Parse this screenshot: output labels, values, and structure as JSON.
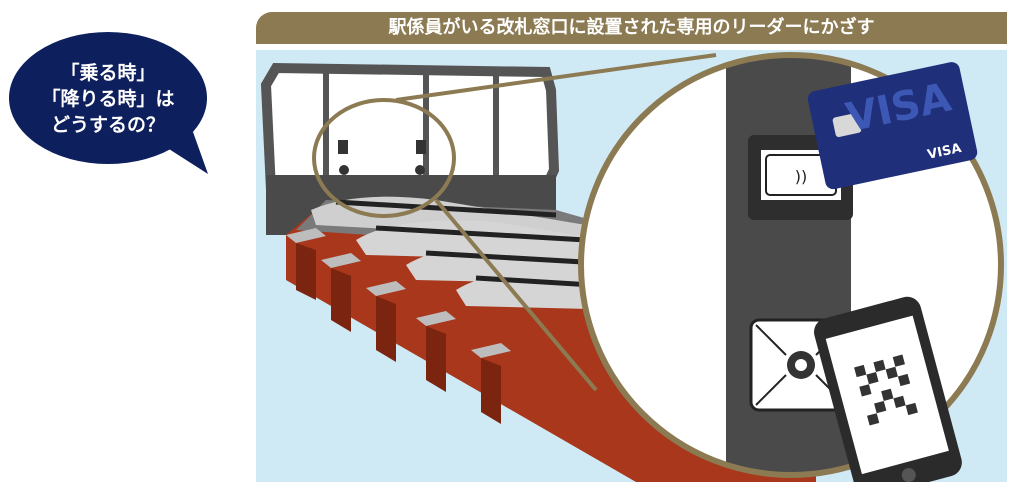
{
  "speech_bubble": {
    "lines": [
      "「乗る時」",
      "「降りる時」は",
      "どうするの？"
    ],
    "bg_color": "#0d1f5c"
  },
  "banner": {
    "text": "駅係員がいる改札窓口に設置された専用のリーダーにかざす",
    "bg_color": "#8c7a52"
  },
  "illustration": {
    "card_brand": "VISA",
    "card_brand_small": "VISA",
    "icons": [
      "ticket-gate-icon",
      "contactless-reader-icon",
      "credit-card-icon",
      "qr-scanner-icon",
      "smartphone-qr-icon"
    ]
  }
}
